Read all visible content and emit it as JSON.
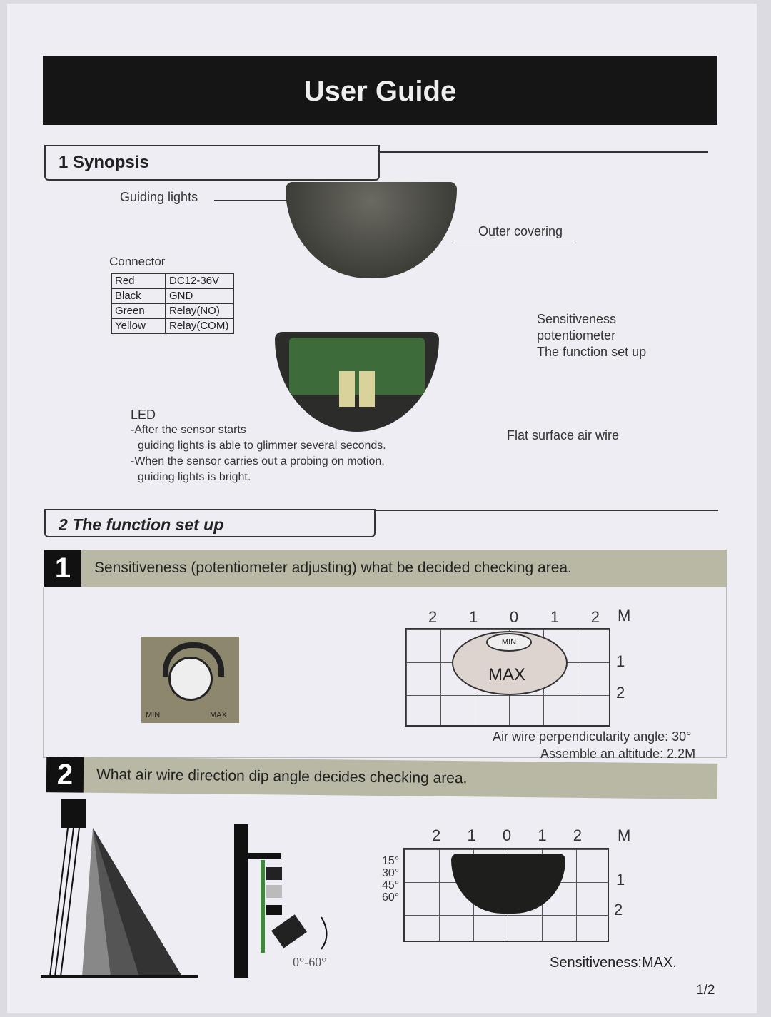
{
  "title": "User Guide",
  "section1": {
    "heading": "1  Synopsis",
    "guiding_lights": "Guiding lights",
    "outer_covering": "Outer covering",
    "connector": {
      "label": "Connector",
      "rows": [
        [
          "Red",
          "DC12-36V"
        ],
        [
          "Black",
          "GND"
        ],
        [
          "Green",
          "Relay(NO)"
        ],
        [
          "Yellow",
          "Relay(COM)"
        ]
      ]
    },
    "sensitiveness": [
      "Sensitiveness",
      "potentiometer",
      "The function set up"
    ],
    "led": [
      "LED",
      "-After the sensor starts",
      "guiding lights is able to glimmer several seconds.",
      "-When the sensor carries out a probing on motion,",
      "guiding lights is bright."
    ],
    "flat_wire": "Flat surface air wire"
  },
  "section2": {
    "heading": "2  The function set up",
    "step1": {
      "num": "1",
      "text": "Sensitiveness (potentiometer adjusting) what be decided checking area.",
      "knob_min": "MIN",
      "knob_max": "MAX",
      "x_ticks": [
        "2",
        "1",
        "0",
        "1",
        "2"
      ],
      "unit": "M",
      "y_ticks": [
        "1",
        "2"
      ],
      "zone_min": "MIN",
      "zone_max": "MAX",
      "note1": "Air wire perpendicularity angle: 30°",
      "note2": "Assemble an altitude: 2.2M"
    },
    "step2": {
      "num": "2",
      "text": "What air wire direction dip angle decides checking area.",
      "angle_range": "0°-60°",
      "angles": [
        "15°",
        "30°",
        "45°",
        "60°"
      ],
      "x_ticks": [
        "2",
        "1",
        "0",
        "1",
        "2"
      ],
      "unit": "M",
      "y_ticks": [
        "1",
        "2"
      ],
      "sensitiveness": "Sensitiveness:MAX."
    }
  },
  "page": "1/2"
}
